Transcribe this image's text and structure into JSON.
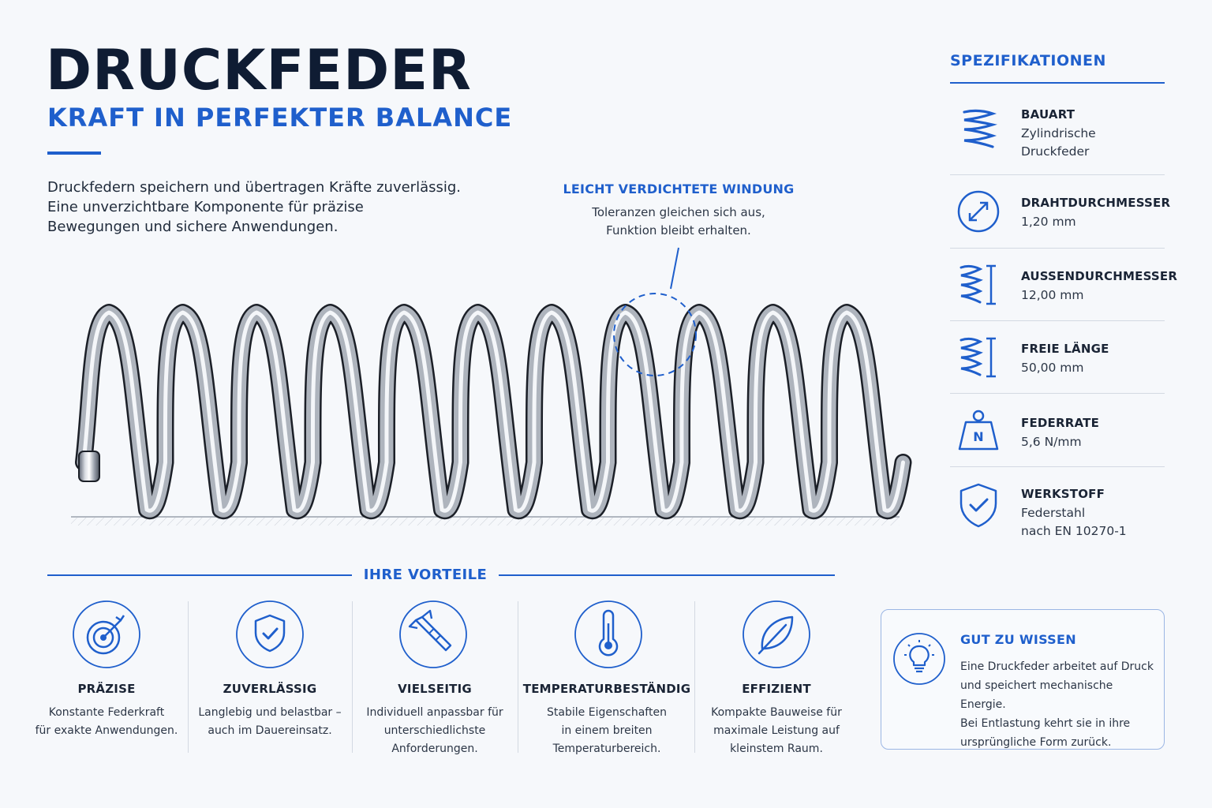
{
  "header": {
    "title": "DRUCKFEDER",
    "subtitle": "KRAFT IN PERFEKTER BALANCE",
    "intro_lines": [
      "Druckfedern speichern und übertragen Kräfte zuverlässig.",
      "Eine unverzichtbare Komponente für präzise",
      "Bewegungen und sichere Anwendungen."
    ]
  },
  "callout": {
    "title": "LEICHT VERDICHTETE WINDUNG",
    "lines": [
      "Toleranzen gleichen sich aus,",
      "Funktion bleibt erhalten."
    ]
  },
  "specs": {
    "heading": "SPEZIFIKATIONEN",
    "items": [
      {
        "icon": "spring-coil-icon",
        "label": "BAUART",
        "value_lines": [
          "Zylindrische",
          "Druckfeder"
        ]
      },
      {
        "icon": "diameter-icon",
        "label": "DRAHTDURCHMESSER",
        "value_lines": [
          "1,20 mm"
        ]
      },
      {
        "icon": "outer-diameter-icon",
        "label": "AUSSENDURCHMESSER",
        "value_lines": [
          "12,00 mm"
        ]
      },
      {
        "icon": "free-length-icon",
        "label": "FREIE LÄNGE",
        "value_lines": [
          "50,00 mm"
        ]
      },
      {
        "icon": "weight-icon",
        "label": "FEDERRATE",
        "value_lines": [
          "5,6 N/mm"
        ]
      },
      {
        "icon": "shield-check-icon",
        "label": "WERKSTOFF",
        "value_lines": [
          "Federstahl",
          "nach EN 10270-1"
        ]
      }
    ]
  },
  "advantages": {
    "heading": "IHRE VORTEILE",
    "items": [
      {
        "icon": "target-icon",
        "title": "PRÄZISE",
        "lines": [
          "Konstante Federkraft",
          "für exakte Anwendungen."
        ]
      },
      {
        "icon": "shield-check-icon",
        "title": "ZUVERLÄSSIG",
        "lines": [
          "Langlebig und belastbar –",
          "auch im Dauereinsatz."
        ]
      },
      {
        "icon": "caliper-icon",
        "title": "VIELSEITIG",
        "lines": [
          "Individuell anpassbar für",
          "unterschiedlichste",
          "Anforderungen."
        ]
      },
      {
        "icon": "thermometer-icon",
        "title": "TEMPERATURBESTÄNDIG",
        "lines": [
          "Stabile Eigenschaften",
          "in einem breiten",
          "Temperaturbereich."
        ]
      },
      {
        "icon": "leaf-icon",
        "title": "EFFIZIENT",
        "lines": [
          "Kompakte Bauweise für",
          "maximale Leistung auf",
          "kleinstem Raum."
        ]
      }
    ]
  },
  "info": {
    "icon": "lightbulb-icon",
    "title": "GUT ZU WISSEN",
    "lines": [
      "Eine Druckfeder arbeitet auf Druck",
      "und speichert mechanische Energie.",
      "Bei Entlastung kehrt sie in ihre",
      "ursprüngliche Form zurück."
    ]
  },
  "colors": {
    "accent": "#1f5fcc",
    "dark": "#0f1c33",
    "text": "#2c3646",
    "background": "#f6f8fb"
  }
}
